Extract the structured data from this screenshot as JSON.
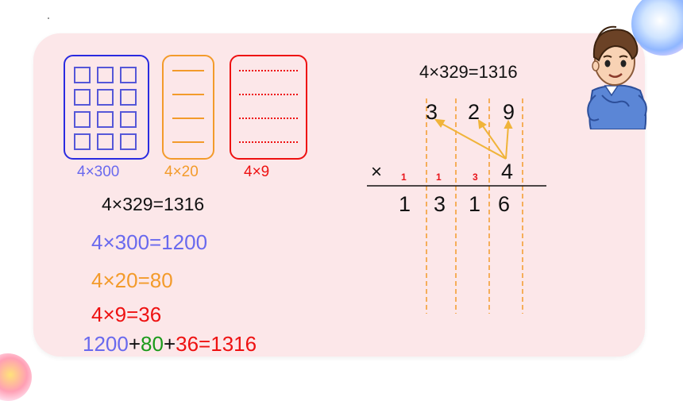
{
  "colors": {
    "board": "#fce7e9",
    "blue": "#2a2be0",
    "lavender": "#6969ee",
    "orange": "#f39b2b",
    "red": "#ee1111",
    "green": "#1a9a1a",
    "arrow": "#f0b43a"
  },
  "blocks": {
    "hundreds_caption": "4×300",
    "tens_caption": "4×20",
    "ones_caption": "4×9"
  },
  "left_equation": "4×329=1316",
  "partials": {
    "p1": "4×300=1200",
    "p2": "4×20=80",
    "p3": "4×9=36"
  },
  "sum": {
    "a": "1200",
    "plus1": "+",
    "b": "80",
    "plus2": "+",
    "c": "36=1316"
  },
  "vertical": {
    "heading": "4×329=1316",
    "top_digits": [
      "3",
      "2",
      "9"
    ],
    "times_sign": "×",
    "carries": [
      "1",
      "1",
      "3"
    ],
    "multiplier": "4",
    "result_digits": [
      "1",
      "3",
      "1",
      "6"
    ]
  },
  "character_icon": "boy-thinking-icon"
}
